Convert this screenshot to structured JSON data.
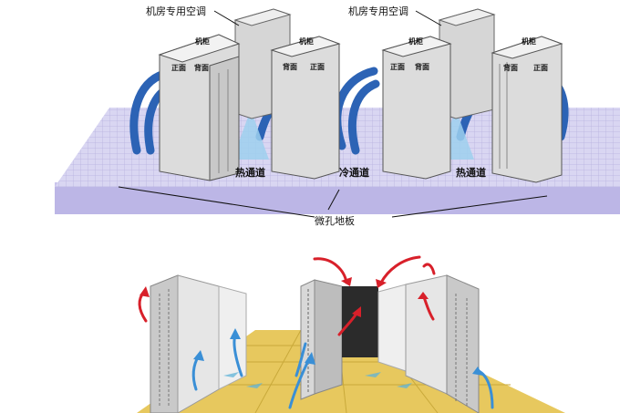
{
  "top_diagram": {
    "crac_label_left": "机房专用空调",
    "crac_label_right": "机房专用空调",
    "cabinet_top_text": "机柜",
    "front_text": "正面",
    "back_text": "背面",
    "aisles": [
      "热通道",
      "冷通道",
      "热通道"
    ],
    "floor_label": "微孔地板"
  },
  "colors": {
    "hot_air": "#d8202a",
    "cold_air": "#1f5fb0",
    "floor": "#d6d2f0",
    "cabinet": "#dcdcdc"
  }
}
